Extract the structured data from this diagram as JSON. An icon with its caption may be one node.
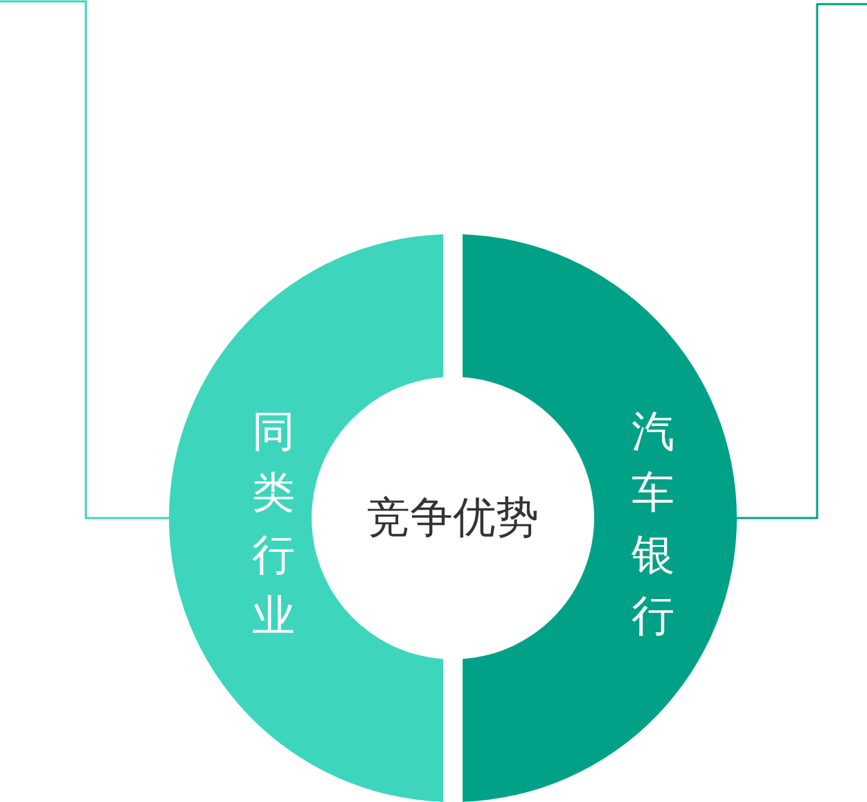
{
  "diagram": {
    "nodes": [
      {
        "text": [
          "同类行业"
        ]
      },
      {
        "text": [
          "汽车银行"
        ]
      },
      {
        "text": [
          "竞争优势"
        ]
      }
    ],
    "edges": [
      {
        "from": 0,
        "to": null,
        "arrow": "none",
        "color": "#3dd6bd"
      },
      {
        "from": 1,
        "to": null,
        "arrow": "none",
        "color": "#00a186"
      }
    ]
  }
}
